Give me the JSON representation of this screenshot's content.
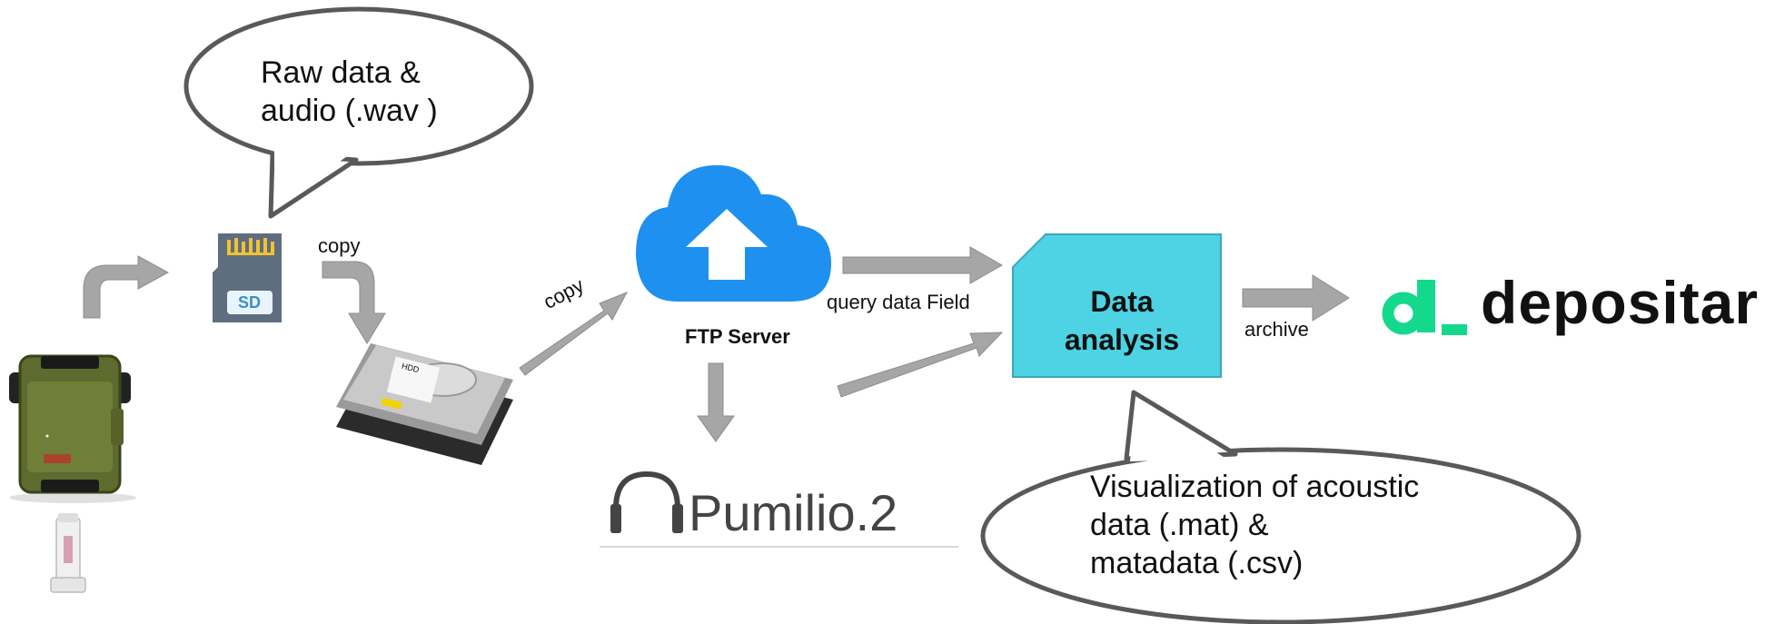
{
  "bubbles": {
    "raw_line1": "Raw data  &",
    "raw_line2": "audio (.wav )",
    "vis_line1": "Visualization of acoustic",
    "vis_line2": "data  (.mat) &",
    "vis_line3": "matadata (.csv)"
  },
  "labels": {
    "copy_sd": "copy",
    "copy_hdd": "copy",
    "ftp_server": "FTP Server",
    "query": "query data Field",
    "archive": "archive"
  },
  "analysis_box": {
    "line1": "Data",
    "line2": "analysis"
  },
  "sd_card": {
    "label": "SD"
  },
  "hdd": {
    "label": "HDD"
  },
  "logos": {
    "depositar_text": "depositar",
    "pumilio_text": "Pumilio.2"
  },
  "colors": {
    "arrow": "#a6a6a6",
    "cloud": "#1e90f0",
    "analysis_fill": "#4dd3e3",
    "depositar_green": "#14d98c"
  }
}
